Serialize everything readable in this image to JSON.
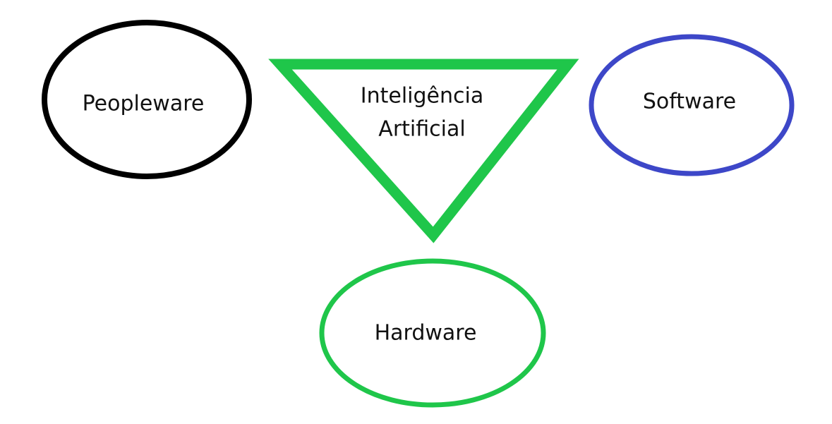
{
  "nodes": {
    "peopleware": {
      "label": "Peopleware",
      "color": "#000000"
    },
    "software": {
      "label": "Software",
      "color": "#3d47c8"
    },
    "hardware": {
      "label": "Hardware",
      "color": "#1fc64a"
    },
    "ai": {
      "label_line1": "Inteligência",
      "label_line2": "Artificial",
      "color": "#1fc64a"
    }
  }
}
